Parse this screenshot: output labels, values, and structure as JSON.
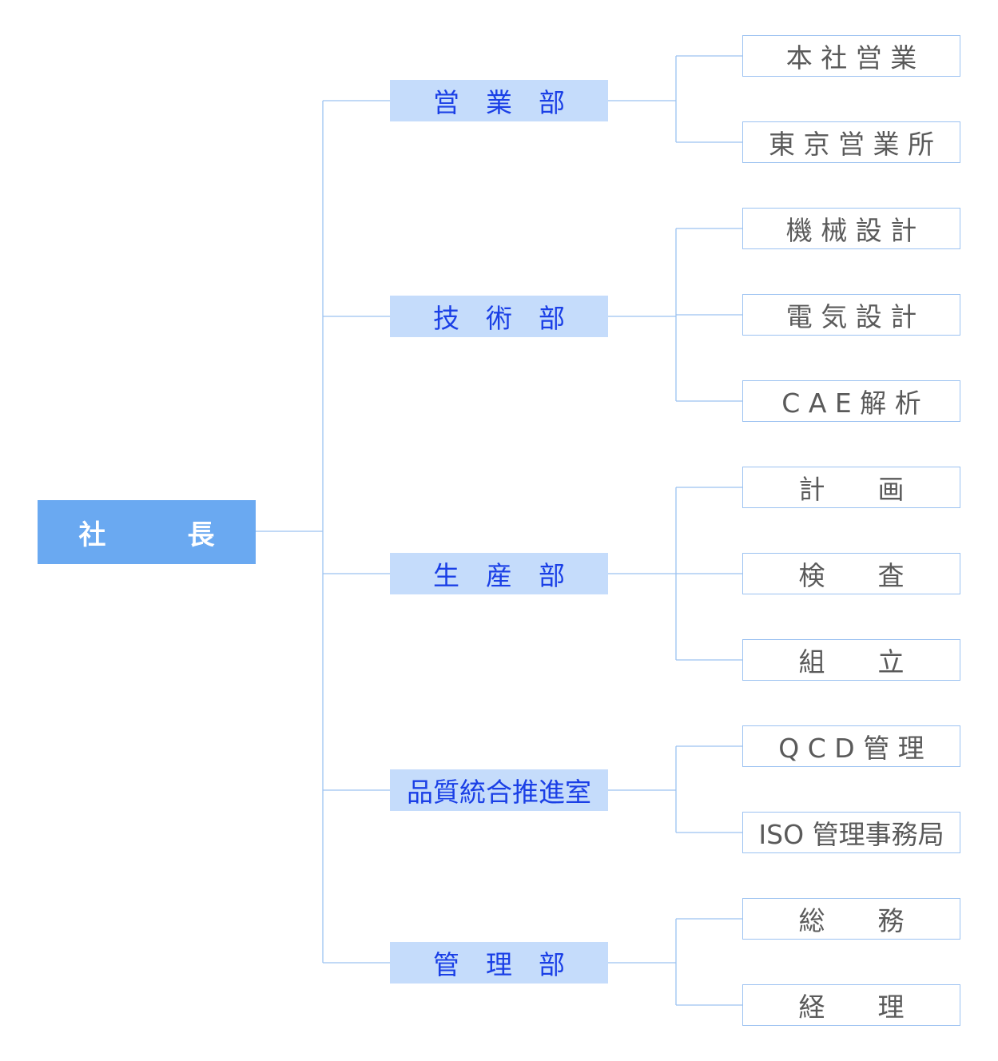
{
  "chart": {
    "root": {
      "label": "社　　　長"
    },
    "departments": [
      {
        "label": "営　業　部",
        "units": [
          "本 社 営 業",
          "東 京 営 業 所"
        ]
      },
      {
        "label": "技　術　部",
        "units": [
          "機 械 設 計",
          "電 気 設 計",
          "C A E 解 析"
        ]
      },
      {
        "label": "生　産　部",
        "units": [
          "計　　画",
          "検　　査",
          "組　　立"
        ]
      },
      {
        "label": "品質統合推進室",
        "units": [
          "Q C D 管 理",
          "ISO 管理事務局"
        ]
      },
      {
        "label": "管　理　部",
        "units": [
          "総　　務",
          "経　　理"
        ]
      }
    ]
  },
  "colors": {
    "root_fill": "#6aa9f1",
    "dept_fill": "#c5dcfb",
    "dept_text": "#1a3fe6",
    "unit_border": "#9cc2f1",
    "unit_text": "#5a5a5a",
    "connector": "#9cc2f1"
  }
}
